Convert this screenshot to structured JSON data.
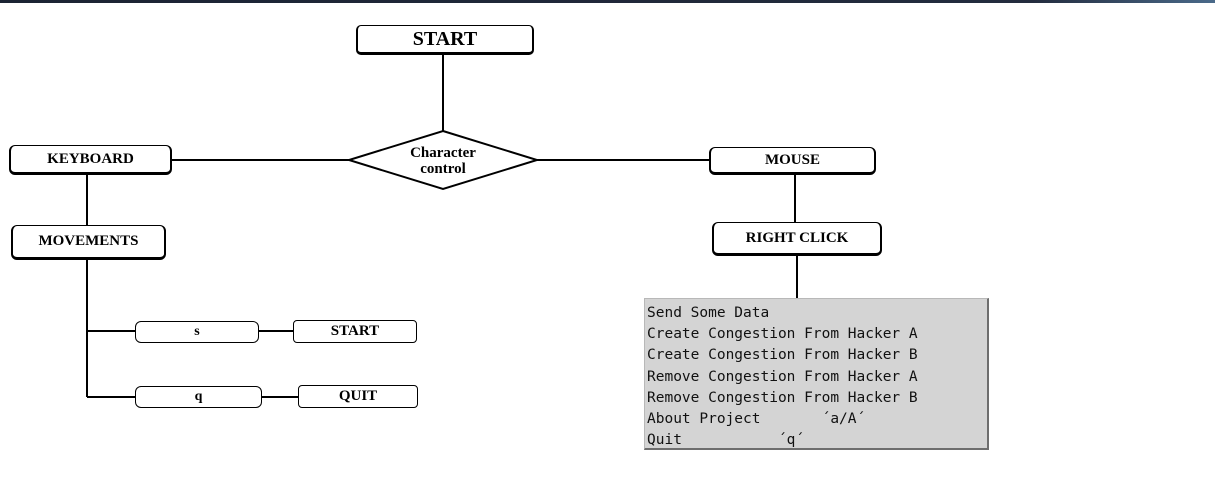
{
  "nodes": {
    "start": "START",
    "decision": [
      "Character",
      "control"
    ],
    "keyboard": "KEYBOARD",
    "mouse": "MOUSE",
    "movements": "MOVEMENTS",
    "right_click": "RIGHT CLICK",
    "key_s": "s",
    "start_action": "START",
    "key_q": "q",
    "quit_action": "QUIT"
  },
  "context_menu": {
    "items": [
      "Send Some Data",
      "Create Congestion From Hacker A",
      "Create Congestion From Hacker B",
      "Remove Congestion From Hacker A",
      "Remove Congestion From Hacker B",
      "About Project       ´a/A´",
      "Quit           ´q´"
    ]
  },
  "colors": {
    "lines": "#000000",
    "menu_bg": "#d4d4d4",
    "top_bar": "#1b2333"
  }
}
